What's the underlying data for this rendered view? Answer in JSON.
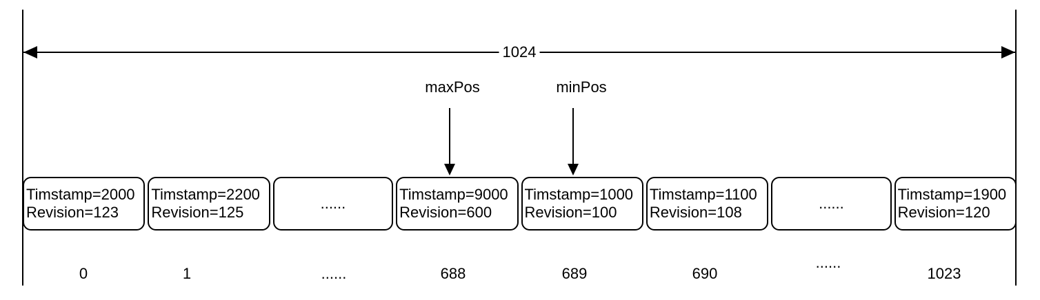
{
  "diagram": {
    "measure_label": "1024",
    "pointers": [
      {
        "label": "maxPos",
        "points_to_index": "688"
      },
      {
        "label": "minPos",
        "points_to_index": "689"
      }
    ],
    "slots": [
      {
        "line1": "Timstamp=2000",
        "line2": "Revision=123",
        "index": "0"
      },
      {
        "line1": "Timstamp=2200",
        "line2": "Revision=125",
        "index": "1"
      },
      {
        "dots": "......",
        "index": "......"
      },
      {
        "line1": "Timstamp=9000",
        "line2": "Revision=600",
        "index": "688"
      },
      {
        "line1": "Timstamp=1000",
        "line2": "Revision=100",
        "index": "689"
      },
      {
        "line1": "Timstamp=1100",
        "line2": "Revision=108",
        "index": "690"
      },
      {
        "dots": "......",
        "index": "......"
      },
      {
        "line1": "Timstamp=1900",
        "line2": "Revision=120",
        "index": "1023"
      }
    ],
    "colors": {
      "stroke": "#000000",
      "fill": "#ffffff"
    }
  }
}
